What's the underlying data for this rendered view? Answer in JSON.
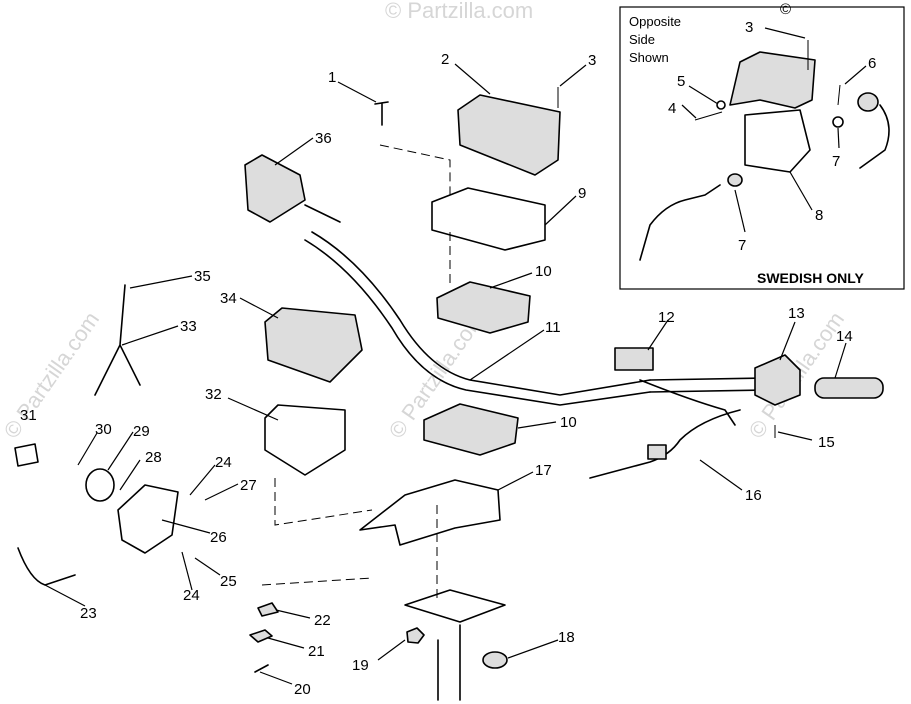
{
  "inset": {
    "title_lines": [
      "Opposite",
      "Side",
      "Shown"
    ],
    "caption": "SWEDISH ONLY"
  },
  "watermark": {
    "text": "© Partzilla.com",
    "copyright": "©"
  },
  "callouts": {
    "c1": "1",
    "c2": "2",
    "c3": "3",
    "c3i": "3",
    "c4": "4",
    "c5": "5",
    "c6": "6",
    "c7a": "7",
    "c7b": "7",
    "c8": "8",
    "c9": "9",
    "c10a": "10",
    "c10b": "10",
    "c11": "11",
    "c12": "12",
    "c13": "13",
    "c14": "14",
    "c15": "15",
    "c16": "16",
    "c17": "17",
    "c18": "18",
    "c19": "19",
    "c20": "20",
    "c21": "21",
    "c22": "22",
    "c23": "23",
    "c24a": "24",
    "c24b": "24",
    "c25": "25",
    "c26": "26",
    "c27": "27",
    "c28": "28",
    "c29": "29",
    "c30": "30",
    "c31": "31",
    "c32": "32",
    "c33": "33",
    "c34": "34",
    "c35": "35",
    "c36": "36"
  }
}
